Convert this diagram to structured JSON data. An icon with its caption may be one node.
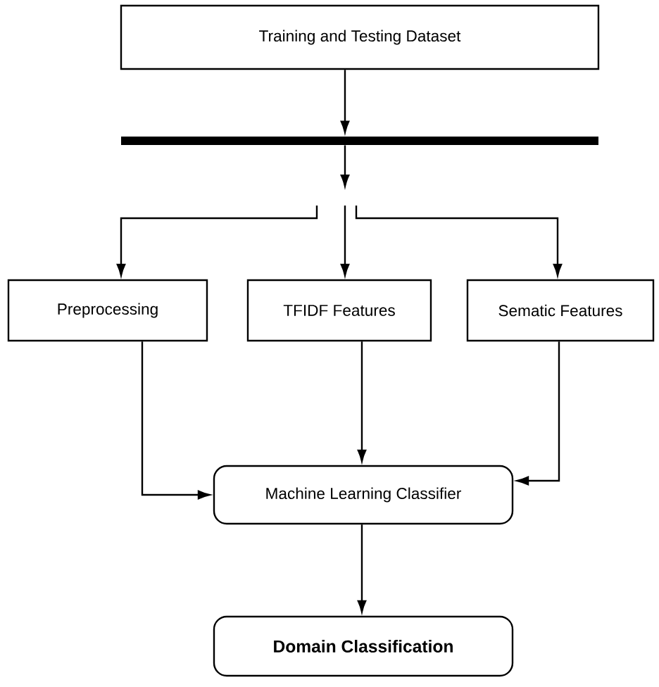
{
  "diagram": {
    "nodes": [
      {
        "text": [
          "Training and Testing Dataset"
        ]
      },
      {
        "text": [],
        "shape": "bar"
      },
      {
        "text": [
          "Preprocessing"
        ]
      },
      {
        "text": [
          "TFIDF Features"
        ]
      },
      {
        "text": [
          "Sematic Features"
        ]
      },
      {
        "text": [
          "Machine Learning Classifier"
        ]
      },
      {
        "text": [
          "Domain Classification"
        ]
      }
    ],
    "edges": [
      {
        "from": 0,
        "to": 1,
        "arrow": "to"
      },
      {
        "from": 1,
        "to": null,
        "arrow": "to"
      },
      {
        "from": null,
        "to": 2,
        "arrow": "to"
      },
      {
        "from": null,
        "to": 3,
        "arrow": "to"
      },
      {
        "from": null,
        "to": 4,
        "arrow": "to"
      },
      {
        "from": 2,
        "to": 5,
        "arrow": "to"
      },
      {
        "from": 3,
        "to": 5,
        "arrow": "to"
      },
      {
        "from": 4,
        "to": 5,
        "arrow": "to"
      },
      {
        "from": 5,
        "to": 6,
        "arrow": "to"
      }
    ]
  }
}
